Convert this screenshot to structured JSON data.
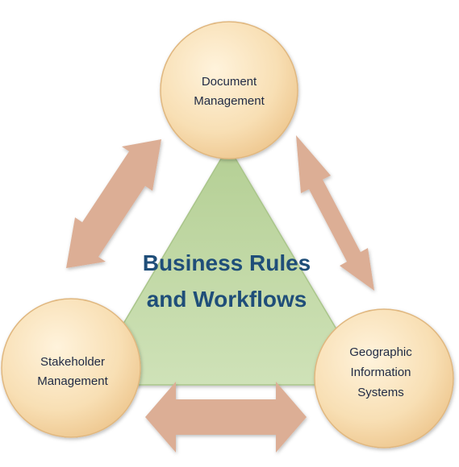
{
  "diagram": {
    "center": {
      "line1": "Business Rules",
      "line2": "and Workflows"
    },
    "nodes": {
      "top": {
        "line1": "Document",
        "line2": "Management"
      },
      "left": {
        "line1": "Stakeholder",
        "line2": "Management"
      },
      "right": {
        "line1": "Geographic",
        "line2": "Information",
        "line3": "Systems"
      }
    }
  },
  "colors": {
    "circle_fill": "#f8dfb4",
    "circle_edge": "#e0b77f",
    "triangle_fill": "#c4dba8",
    "arrow_fill": "#dcae95",
    "center_text": "#1f4e79",
    "node_text": "#1f2a44"
  }
}
